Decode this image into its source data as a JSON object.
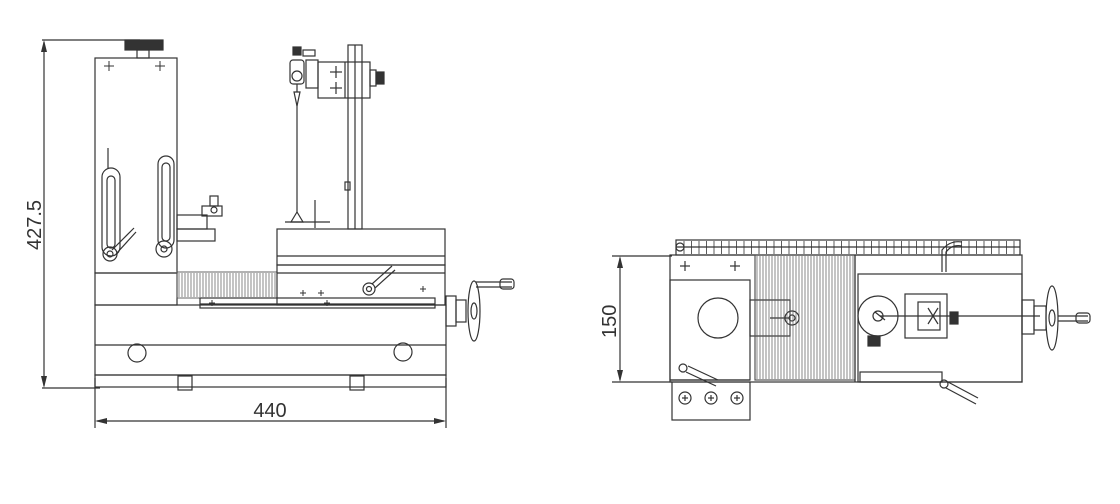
{
  "dimensions": {
    "side_height": "427.5",
    "side_width": "440",
    "top_depth": "150"
  },
  "panel": {
    "button_labels": [
      "",
      "",
      ""
    ]
  },
  "colors": {
    "line": "#333333",
    "hatch": "#555555",
    "background": "#ffffff"
  }
}
